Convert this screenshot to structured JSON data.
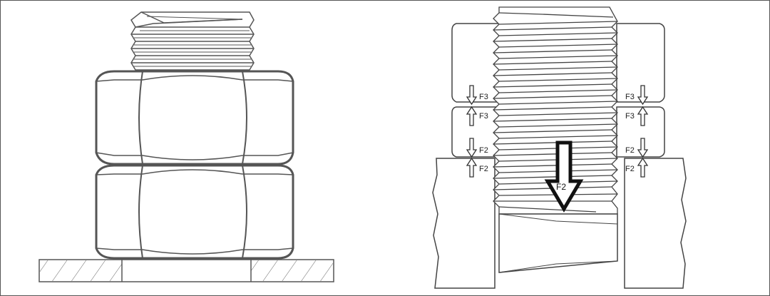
{
  "colors": {
    "stroke": "#555555",
    "stroke_dark": "#333333",
    "arrow": "#111111",
    "background": "#ffffff"
  },
  "left_figure": {
    "parts": [
      "threaded-bolt-end",
      "upper-hex-nut",
      "lower-hex-nut",
      "washer-plate"
    ]
  },
  "right_figure": {
    "force_labels": {
      "f3_top_left": "F3",
      "f3_bottom_left": "F3",
      "f3_top_right": "F3",
      "f3_bottom_right": "F3",
      "f2_top_left": "F2",
      "f2_bottom_left": "F2",
      "f2_top_right": "F2",
      "f2_bottom_right": "F2",
      "f2_center": "F2"
    }
  }
}
